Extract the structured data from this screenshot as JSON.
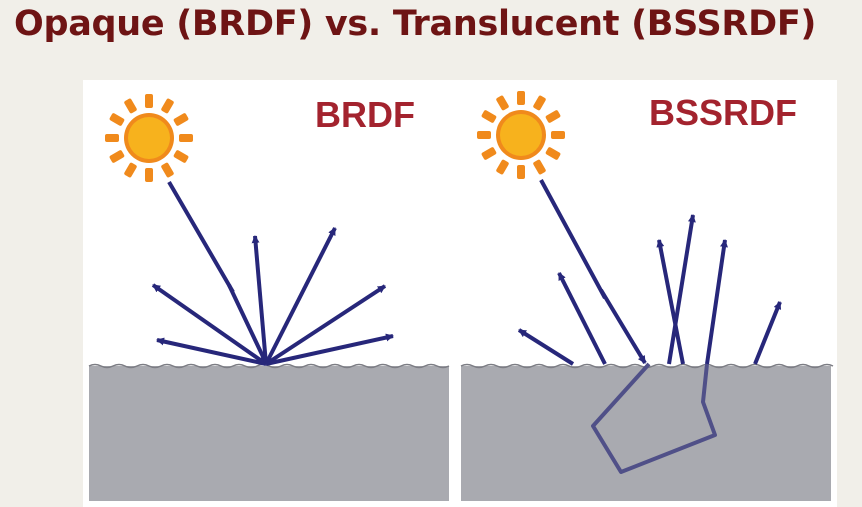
{
  "slide": {
    "title": "Opaque (BRDF) vs. Translucent (BSSRDF)"
  },
  "panels": [
    {
      "label": "BRDF"
    },
    {
      "label": "BSSRDF"
    }
  ],
  "colors": {
    "title": "#6e1414",
    "label": "#a3232e",
    "ray": "#27277a",
    "material": "#a9aab0",
    "sun_core": "#f7b21d",
    "sun_rays": "#f08a1c",
    "subsurface_path": "#505088"
  },
  "icons": [
    "sun-icon"
  ]
}
